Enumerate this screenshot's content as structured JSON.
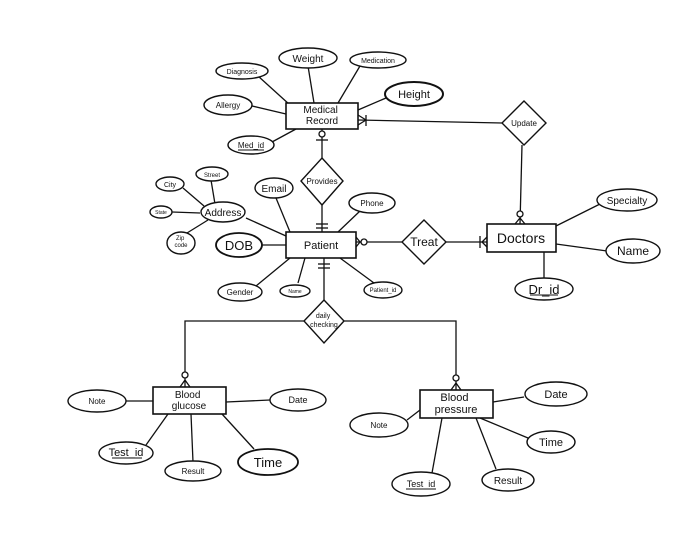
{
  "entities": {
    "medical_record": [
      "Medical",
      "Record"
    ],
    "patient": [
      "Patient"
    ],
    "doctors": [
      "Doctors"
    ],
    "blood_glucose": [
      "Blood",
      "glucose"
    ],
    "blood_pressure": [
      "Blood",
      "pressure"
    ]
  },
  "relationships": {
    "provides": [
      "Provides"
    ],
    "update": [
      "Update"
    ],
    "treat": [
      "Treat"
    ],
    "daily_checking": [
      "daily",
      "checking"
    ]
  },
  "attributes": {
    "weight": "Weight",
    "diagnosis": "Diagnosis",
    "medication": "Medication",
    "allergy": "Allergy",
    "height": "Height",
    "med_id": "Med_id",
    "email": "Email",
    "street": "Street",
    "city": "City",
    "state": "State",
    "address": "Address",
    "zip_code": [
      "Zip",
      "code"
    ],
    "dob": "DOB",
    "phone": "Phone",
    "gender": "Gender",
    "name_patient": "Name",
    "patient_id": "Patient_id",
    "specialty": "Specialty",
    "name_doctor": "Name",
    "dr_id": "Dr_id",
    "note_glucose": "Note",
    "date_glucose": "Date",
    "test_id_glucose": "Test_id",
    "result_glucose": "Result",
    "time_glucose": "Time",
    "note_pressure": "Note",
    "date_pressure": "Date",
    "time_pressure": "Time",
    "test_id_pressure": "Test_id",
    "result_pressure": "Result"
  }
}
